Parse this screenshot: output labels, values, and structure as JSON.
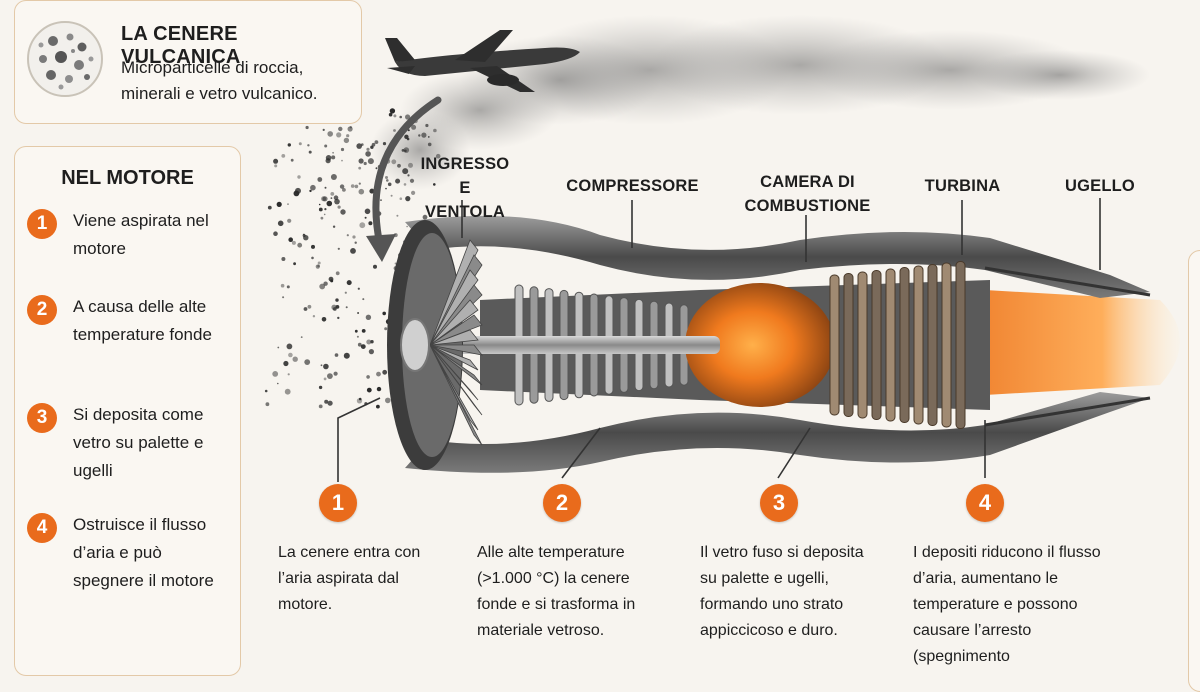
{
  "ash": {
    "title": "LA CENERE VULCANICA",
    "description": "Microparticelle di roccia, minerali e vetro vulcanico.",
    "icon": "ash-particles-icon"
  },
  "engine_panel": {
    "title": "NEL MOTORE",
    "steps": [
      {
        "number": "1",
        "text": "Viene aspirata nel motore"
      },
      {
        "number": "2",
        "text": "A causa delle alte temperature fonde"
      },
      {
        "number": "3",
        "text": "Si deposita come vetro su palette e ugelli"
      },
      {
        "number": "4",
        "text": "Ostruisce il flusso d’aria e può spegnere il motore"
      }
    ]
  },
  "components": {
    "intake": "INGRESSO E VENTOLA",
    "compressor": "COMPRESSORE",
    "combustion": "CAMERA DI COMBUSTIONE",
    "turbine": "TURBINA",
    "nozzle": "UGELLO"
  },
  "stages": [
    {
      "number": "1",
      "text": "La cenere entra con l’aria aspirata dal motore."
    },
    {
      "number": "2",
      "text": "Alle alte temperature (>1.000 °C) la cenere fonde e si trasforma in materiale vetroso."
    },
    {
      "number": "3",
      "text": "Il vetro fuso si deposita su palette e ugelli, formando uno strato appiccicoso e duro."
    },
    {
      "number": "4",
      "text": "I depositi riducono il flusso d’aria, aumentano le temperature e possono causare l’arresto (spegnimento"
    }
  ],
  "colors": {
    "accent": "#e96b1c",
    "card_border": "#e3c9a8",
    "background": "#f7f4ef",
    "combustion_glow": "#f08a2a"
  }
}
